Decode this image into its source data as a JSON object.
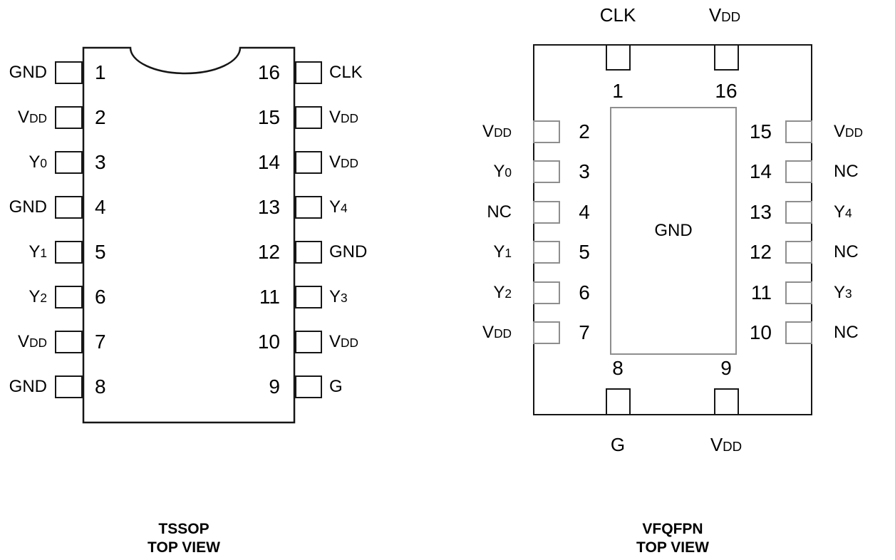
{
  "figure": {
    "description_colors": {
      "background": "#ffffff",
      "outline": "#161616",
      "pad_border_gray": "#8e8e8e",
      "text": "#000000"
    },
    "tssop": {
      "caption_line1": "TSSOP",
      "caption_line2": "TOP VIEW",
      "left_pins": [
        {
          "number": "1",
          "label": {
            "base": "GND",
            "sub": ""
          }
        },
        {
          "number": "2",
          "label": {
            "base": "V",
            "sub": "DD"
          }
        },
        {
          "number": "3",
          "label": {
            "base": "Y",
            "sub": "0"
          }
        },
        {
          "number": "4",
          "label": {
            "base": "GND",
            "sub": ""
          }
        },
        {
          "number": "5",
          "label": {
            "base": "Y",
            "sub": "1"
          }
        },
        {
          "number": "6",
          "label": {
            "base": "Y",
            "sub": "2"
          }
        },
        {
          "number": "7",
          "label": {
            "base": "V",
            "sub": "DD"
          }
        },
        {
          "number": "8",
          "label": {
            "base": "GND",
            "sub": ""
          }
        }
      ],
      "right_pins": [
        {
          "number": "16",
          "label": {
            "base": "CLK",
            "sub": ""
          }
        },
        {
          "number": "15",
          "label": {
            "base": "V",
            "sub": "DD"
          }
        },
        {
          "number": "14",
          "label": {
            "base": "V",
            "sub": "DD"
          }
        },
        {
          "number": "13",
          "label": {
            "base": "Y",
            "sub": "4"
          }
        },
        {
          "number": "12",
          "label": {
            "base": "GND",
            "sub": ""
          }
        },
        {
          "number": "11",
          "label": {
            "base": "Y",
            "sub": "3"
          }
        },
        {
          "number": "10",
          "label": {
            "base": "V",
            "sub": "DD"
          }
        },
        {
          "number": "9",
          "label": {
            "base": "G",
            "sub": ""
          }
        }
      ]
    },
    "vfqfpn": {
      "caption_line1": "VFQFPN",
      "caption_line2": "TOP VIEW",
      "exposed_pad_label": "GND",
      "top_pins": [
        {
          "number": "1",
          "label": {
            "base": "CLK",
            "sub": ""
          }
        },
        {
          "number": "16",
          "label": {
            "base": "V",
            "sub": "DD"
          }
        }
      ],
      "left_pins": [
        {
          "number": "2",
          "label": {
            "base": "V",
            "sub": "DD"
          }
        },
        {
          "number": "3",
          "label": {
            "base": "Y",
            "sub": "0"
          }
        },
        {
          "number": "4",
          "label": {
            "base": "NC",
            "sub": ""
          }
        },
        {
          "number": "5",
          "label": {
            "base": "Y",
            "sub": "1"
          }
        },
        {
          "number": "6",
          "label": {
            "base": "Y",
            "sub": "2"
          }
        },
        {
          "number": "7",
          "label": {
            "base": "V",
            "sub": "DD"
          }
        }
      ],
      "right_pins": [
        {
          "number": "15",
          "label": {
            "base": "V",
            "sub": "DD"
          }
        },
        {
          "number": "14",
          "label": {
            "base": "NC",
            "sub": ""
          }
        },
        {
          "number": "13",
          "label": {
            "base": "Y",
            "sub": "4"
          }
        },
        {
          "number": "12",
          "label": {
            "base": "NC",
            "sub": ""
          }
        },
        {
          "number": "11",
          "label": {
            "base": "Y",
            "sub": "3"
          }
        },
        {
          "number": "10",
          "label": {
            "base": "NC",
            "sub": ""
          }
        }
      ],
      "bottom_pins": [
        {
          "number": "8",
          "label": {
            "base": "G",
            "sub": ""
          }
        },
        {
          "number": "9",
          "label": {
            "base": "V",
            "sub": "DD"
          }
        }
      ]
    }
  }
}
